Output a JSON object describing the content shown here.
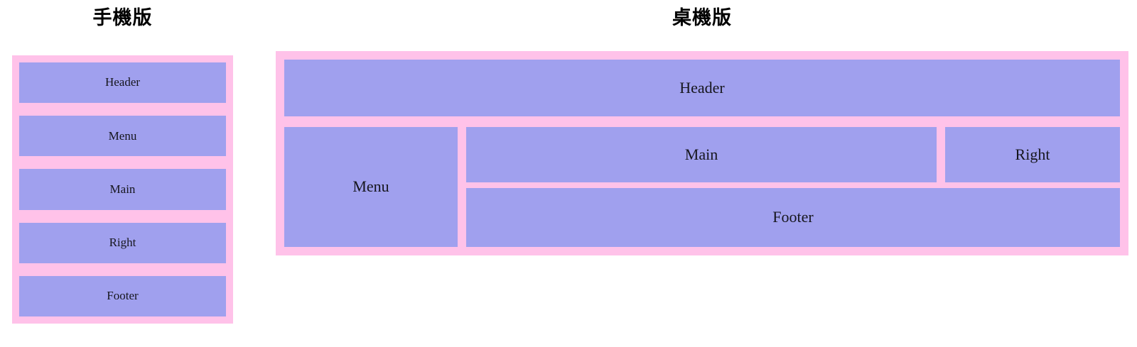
{
  "page": {
    "background_color": "#ffffff",
    "container_color": "#ffc2e9",
    "cell_color": "#a0a0ee",
    "text_color": "#16161d"
  },
  "mobile": {
    "title": "手機版",
    "cells": [
      {
        "label": "Header"
      },
      {
        "label": "Menu"
      },
      {
        "label": "Main"
      },
      {
        "label": "Right"
      },
      {
        "label": "Footer"
      }
    ]
  },
  "desktop": {
    "title": "桌機版",
    "header": {
      "label": "Header"
    },
    "menu": {
      "label": "Menu"
    },
    "main": {
      "label": "Main"
    },
    "right": {
      "label": "Right"
    },
    "footer": {
      "label": "Footer"
    }
  }
}
